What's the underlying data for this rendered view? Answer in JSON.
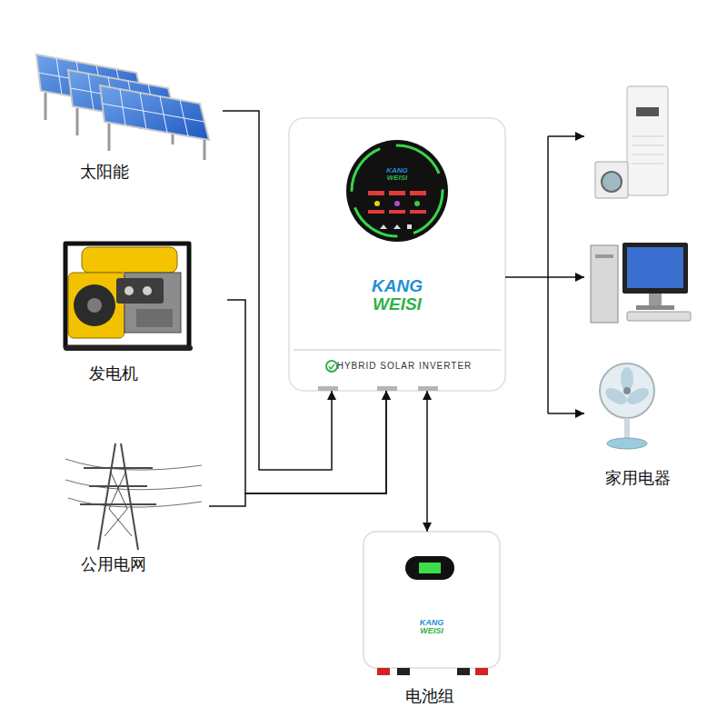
{
  "diagram": {
    "nodes": [
      {
        "text": [
          "太阳能"
        ]
      },
      {
        "text": [
          "发电机"
        ]
      },
      {
        "text": [
          "公用电网"
        ]
      },
      {
        "text": [
          "KANG WEISI",
          "KANG WEISI",
          "HYBRID SOLAR INVERTER"
        ]
      },
      {
        "text": [
          "KANG WEISI",
          "电池组"
        ]
      },
      {
        "text": [
          "家用电器"
        ]
      }
    ],
    "edges": [
      {
        "from": 0,
        "to": 3,
        "arrow": "to"
      },
      {
        "from": 1,
        "to": 3,
        "arrow": "to"
      },
      {
        "from": 2,
        "to": 3,
        "arrow": "to"
      },
      {
        "from": 3,
        "to": 4,
        "arrow": "both"
      },
      {
        "from": 3,
        "to": 5,
        "arrow": "to"
      }
    ]
  }
}
